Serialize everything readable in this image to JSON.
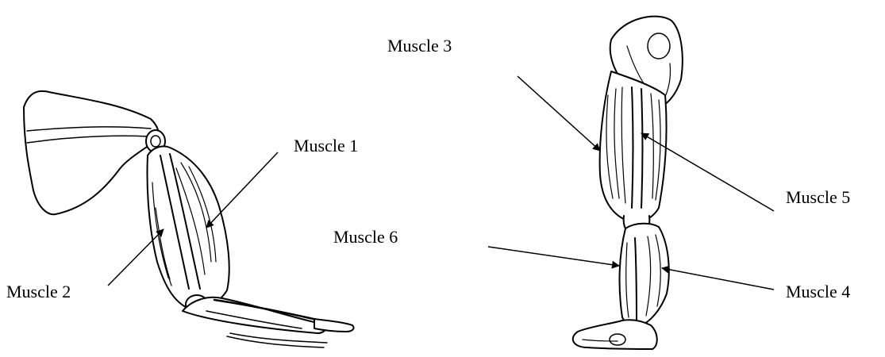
{
  "diagram": {
    "labels": {
      "muscle_1": "Muscle 1",
      "muscle_2": "Muscle 2",
      "muscle_3": "Muscle 3",
      "muscle_4": "Muscle 4",
      "muscle_5": "Muscle 5",
      "muscle_6": "Muscle 6"
    },
    "colors": {
      "ink": "#000000",
      "background": "#ffffff"
    }
  }
}
